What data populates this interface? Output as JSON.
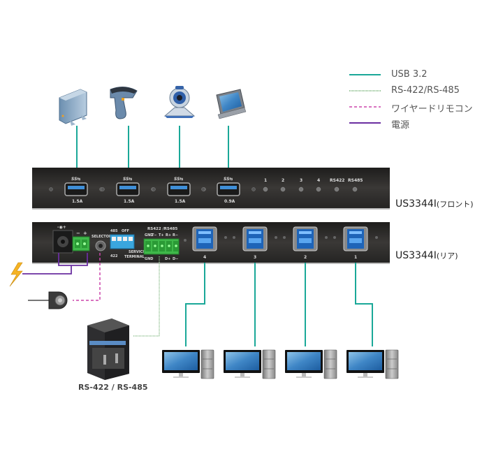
{
  "legend": [
    {
      "label": "USB 3.2",
      "style": "solid",
      "color": "#1aa898"
    },
    {
      "label": "RS-422/RS-485",
      "style": "dotted",
      "color": "#8dbf8d"
    },
    {
      "label": "ワイヤードリモコン",
      "style": "dashed",
      "color": "#cc44aa"
    },
    {
      "label": "電源",
      "style": "solid",
      "color": "#6a2fa0"
    }
  ],
  "front_panel": {
    "model_label": "US3344I",
    "model_suffix": "(フロント)",
    "usb_ports": [
      {
        "logo": "SS⇆",
        "current": "1.5A"
      },
      {
        "logo": "SS⇆",
        "current": "1.5A"
      },
      {
        "logo": "SS⇆",
        "current": "1.5A"
      },
      {
        "logo": "SS⇆",
        "current": "0.9A"
      }
    ],
    "leds": [
      "1",
      "2",
      "3",
      "4",
      "RS422",
      "RS485"
    ]
  },
  "rear_panel": {
    "model_label": "US3344I",
    "model_suffix": "(リア)",
    "power_symbol": "-◉+",
    "terminal_signs": [
      "−",
      "+"
    ],
    "selector_label": "SELECTOR",
    "dip_labels": {
      "top_left": "485",
      "top_right": "OFF",
      "bottom_left": "422",
      "service": "SERVICE",
      "terminal": "TERMINAL"
    },
    "rs_header": "RS422 /RS485",
    "rs_pins_top": [
      "GND",
      "T−",
      "T+",
      "R+",
      "R−"
    ],
    "rs_pins_bottom": [
      "GND",
      "D+",
      "D−"
    ],
    "usb_b_ports": [
      "4",
      "3",
      "2",
      "1"
    ]
  },
  "devices": {
    "top": [
      "external-hard-drive",
      "barcode-scanner",
      "webcam",
      "touchscreen-terminal"
    ],
    "computers": [
      "computer-1",
      "computer-2",
      "computer-3",
      "computer-4"
    ],
    "rack_label": "RS-422 / RS-485"
  },
  "colors": {
    "usb": "#1aa898",
    "rs": "#8dbf8d",
    "remote": "#cc44aa",
    "power": "#6a2fa0",
    "panel": "#2b2a29"
  }
}
